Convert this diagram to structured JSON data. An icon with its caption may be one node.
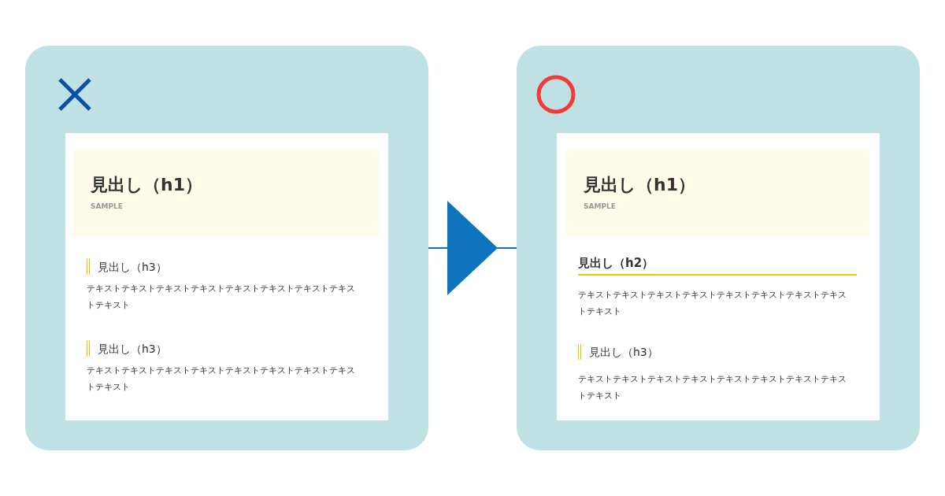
{
  "diagram": {
    "nodes": [
      {
        "text": [],
        "shape": "box"
      },
      {
        "text": [
          "見出し（h3）",
          "テキストテキストテキストテキストテキストテキストテキストテキストテキスト",
          "見出し（h3）",
          "テキストテキストテキストテキストテキストテキストテキストテキストテキスト"
        ],
        "in": 0
      },
      {
        "text": [
          "見出し（h1）",
          "SAMPLE"
        ],
        "in": 1
      },
      {
        "text": [],
        "shape": "box"
      },
      {
        "text": [
          "見出し（h2）",
          "テキストテキストテキストテキストテキストテキストテキストテキストテキスト",
          "見出し（h3）",
          "テキストテキストテキストテキストテキストテキストテキストテキストテキスト"
        ],
        "in": 3
      },
      {
        "text": [
          "見出し（h1）",
          "SAMPLE"
        ],
        "in": 4
      }
    ],
    "edges": [
      {
        "from": 0,
        "to": 3,
        "arrow": "to"
      }
    ]
  }
}
